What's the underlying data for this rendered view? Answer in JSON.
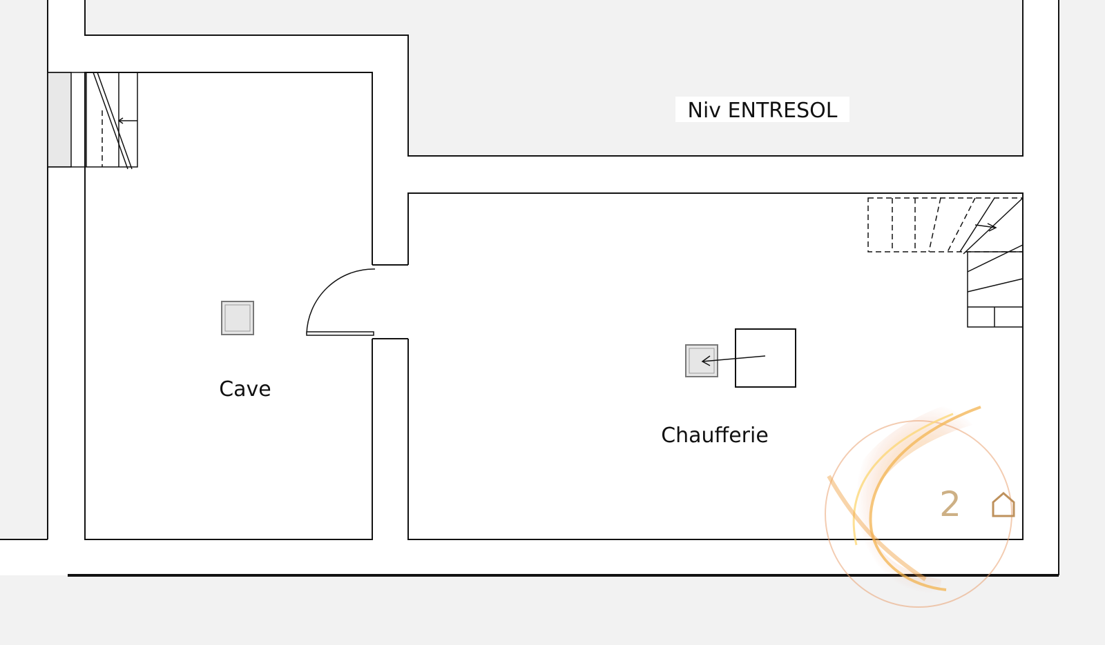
{
  "plan": {
    "level_label": "Niv ENTRESOL",
    "rooms": [
      {
        "name": "Cave"
      },
      {
        "name": "Chaufferie"
      }
    ]
  },
  "watermark": {
    "number": "2",
    "icon": "house-icon"
  },
  "colors": {
    "background": "#f2f2f2",
    "wall": "#111111",
    "watermark_gold": "#b8864b"
  }
}
